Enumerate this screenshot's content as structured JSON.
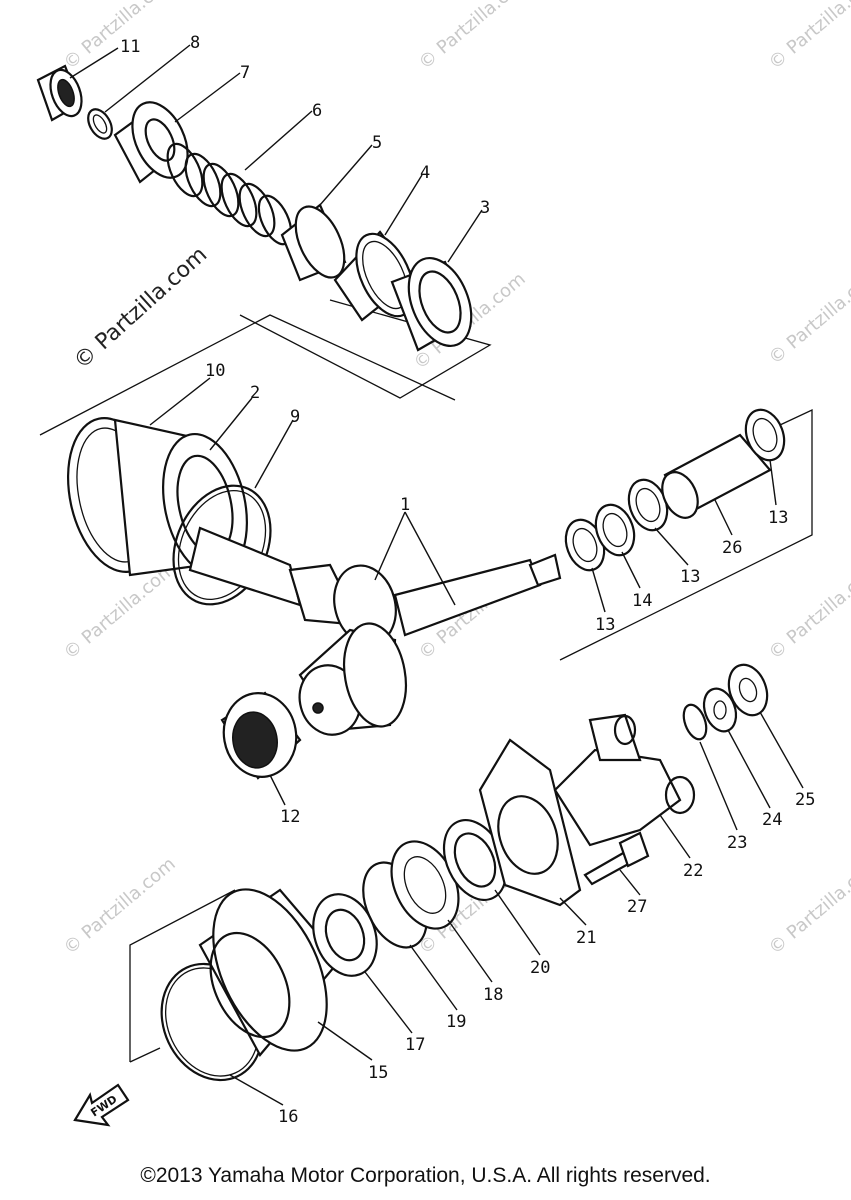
{
  "watermarks": {
    "small": "© Partzilla.com",
    "large": "© Partzilla.com"
  },
  "labels": {
    "p1": "1",
    "p2": "2",
    "p3": "3",
    "p4": "4",
    "p5": "5",
    "p6": "6",
    "p7": "7",
    "p8": "8",
    "p9": "9",
    "p10": "10",
    "p11": "11",
    "p12": "12",
    "p13a": "13",
    "p13b": "13",
    "p13c": "13",
    "p14": "14",
    "p15": "15",
    "p16": "16",
    "p17": "17",
    "p18": "18",
    "p19": "19",
    "p20": "20",
    "p21": "21",
    "p22": "22",
    "p23": "23",
    "p24": "24",
    "p25": "25",
    "p26": "26",
    "p27": "27"
  },
  "arrow_label": "FWD",
  "copyright": "©2013  Yamaha Motor Corporation, U.S.A. All rights reserved."
}
